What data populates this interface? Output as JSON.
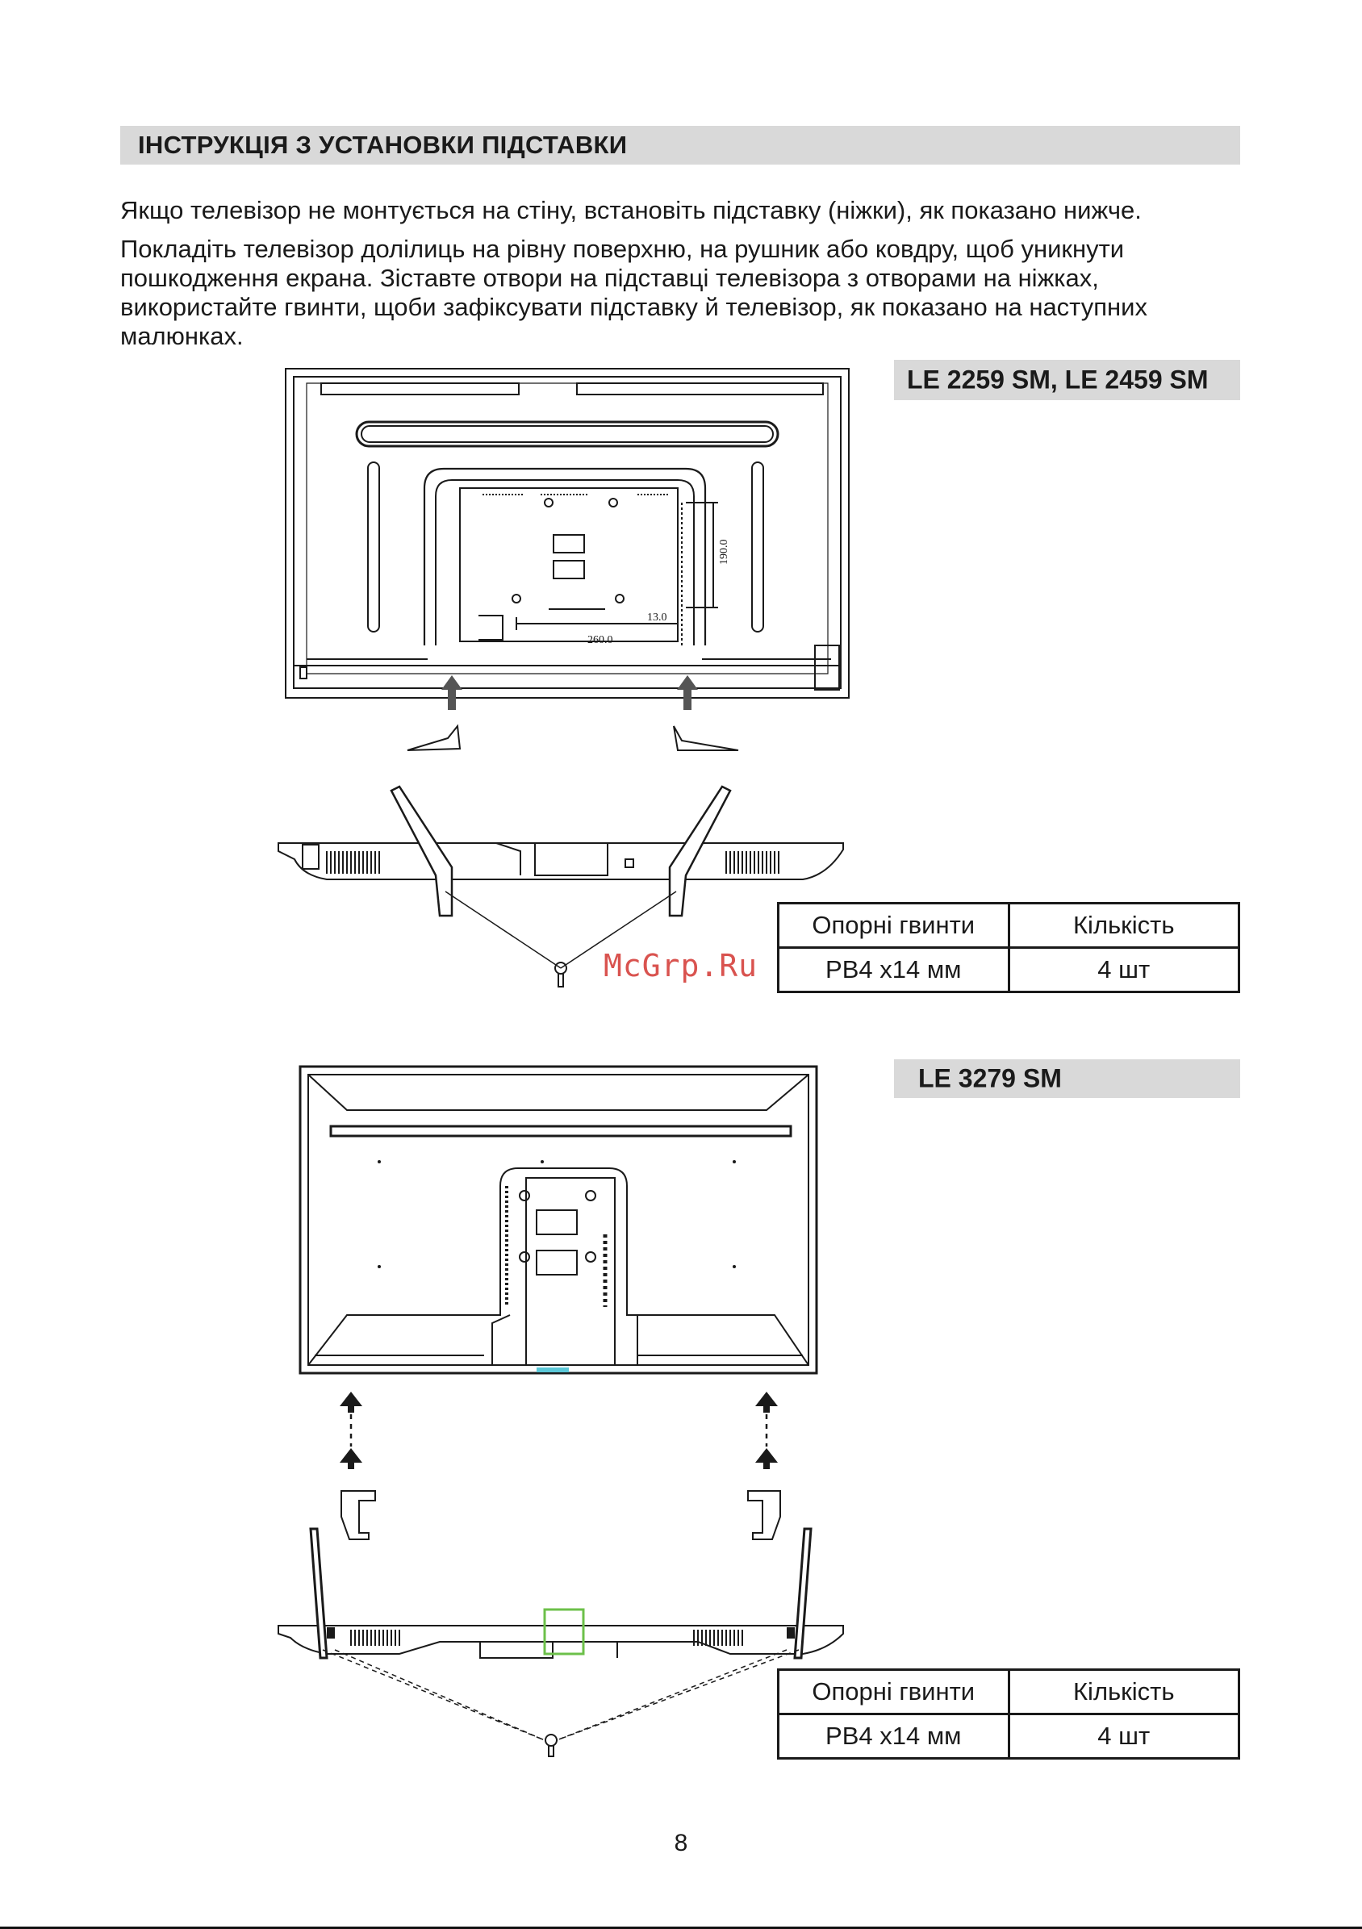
{
  "heading": "ІНСТРУКЦІЯ З УСТАНОВКИ ПІДСТАВКИ",
  "intro_line": "Якщо телевізор не монтується на стіну, встановіть підставку (ніжки), як показано нижче.",
  "instructions": "Покладіть телевізор долілиць на рівну поверхню, на рушник або ковдру, щоб уникнути пошкодження екрана. Зіставте отвори на підставці телевізора з отворами на ніжках, використайте гвинти, щоби зафіксувати підставку й телевізор, як показано на наступних малюнках.",
  "section1": {
    "models": "LE 2259 SM, LE 2459 SM",
    "dim_vertical": "190.0",
    "dim_horizontal": "260.0",
    "dim_small": "13.0",
    "table": {
      "col1_header": "Опорні гвинти",
      "col2_header": "Кількість",
      "col1_value": "PB4 x14 мм",
      "col2_value": "4 шт"
    }
  },
  "watermark": "McGrp.Ru",
  "section2": {
    "models": "LE 3279 SM",
    "table": {
      "col1_header": "Опорні гвинти",
      "col2_header": "Кількість",
      "col1_value": "PB4 x14 мм",
      "col2_value": "4 шт"
    }
  },
  "page_number": "8"
}
